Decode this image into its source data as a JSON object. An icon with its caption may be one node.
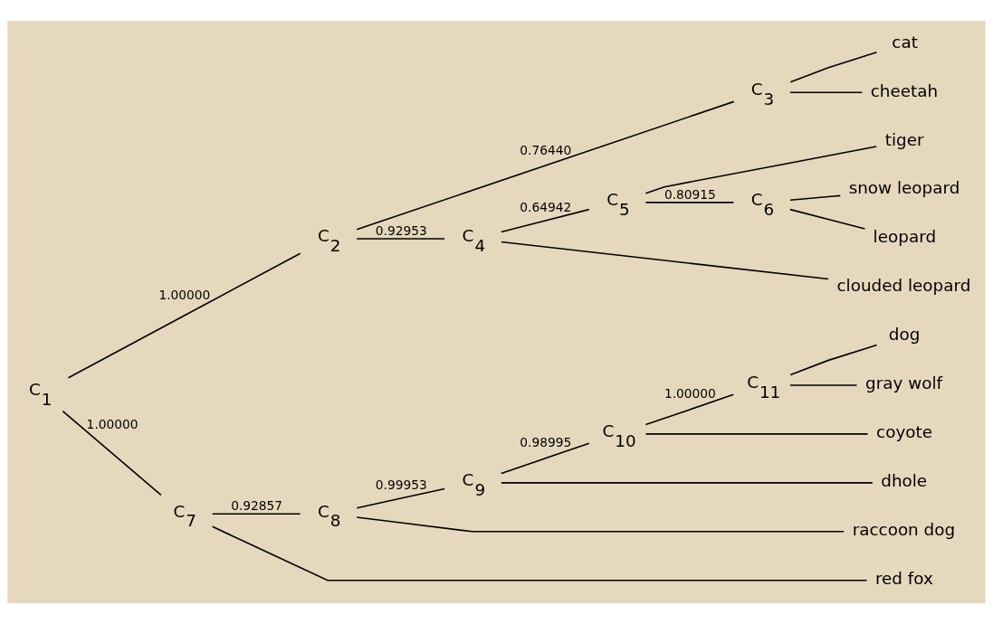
{
  "diagram": {
    "nodes": [
      {
        "text": [
          "C$_{1}$"
        ]
      },
      {
        "text": [
          "C$_{2}$"
        ]
      },
      {
        "text": [
          "C$_{3}$"
        ]
      },
      {
        "text": [
          "cat"
        ]
      },
      {
        "text": [
          "cheetah"
        ]
      },
      {
        "text": [
          "C$_{4}$"
        ]
      },
      {
        "text": [
          "C$_{5}$"
        ]
      },
      {
        "text": [
          "tiger"
        ]
      },
      {
        "text": [
          "C$_{6}$"
        ]
      },
      {
        "text": [
          "snow leopard"
        ]
      },
      {
        "text": [
          "leopard"
        ]
      },
      {
        "text": [
          "clouded leopard"
        ]
      },
      {
        "text": [
          "C$_{7}$"
        ]
      },
      {
        "text": [
          "C$_{8}$"
        ]
      },
      {
        "text": [
          "C$_{9}$"
        ]
      },
      {
        "text": [
          "C$_{10}$"
        ]
      },
      {
        "text": [
          "C$_{11}$"
        ]
      },
      {
        "text": [
          "dog"
        ]
      },
      {
        "text": [
          "gray wolf"
        ]
      },
      {
        "text": [
          "coyote"
        ]
      },
      {
        "text": [
          "dhole"
        ]
      },
      {
        "text": [
          "raccoon dog"
        ]
      },
      {
        "text": [
          "red fox"
        ]
      }
    ],
    "edges": [
      {
        "from": 0,
        "to": 1,
        "arrow": "none",
        "label": "1.00000"
      },
      {
        "from": 0,
        "to": 12,
        "arrow": "none",
        "label": "1.00000"
      },
      {
        "from": 1,
        "to": 2,
        "arrow": "none",
        "label": "0.76440"
      },
      {
        "from": 1,
        "to": 5,
        "arrow": "none",
        "label": "0.92953"
      },
      {
        "from": 2,
        "to": 3,
        "arrow": "none"
      },
      {
        "from": 2,
        "to": 4,
        "arrow": "none"
      },
      {
        "from": 5,
        "to": 6,
        "arrow": "none",
        "label": "0.64942"
      },
      {
        "from": 5,
        "to": 11,
        "arrow": "none"
      },
      {
        "from": 6,
        "to": 7,
        "arrow": "none"
      },
      {
        "from": 6,
        "to": 8,
        "arrow": "none",
        "label": "0.80915"
      },
      {
        "from": 8,
        "to": 9,
        "arrow": "none"
      },
      {
        "from": 8,
        "to": 10,
        "arrow": "none"
      },
      {
        "from": 12,
        "to": 13,
        "arrow": "none",
        "label": "0.92857"
      },
      {
        "from": 12,
        "to": 22,
        "arrow": "none"
      },
      {
        "from": 13,
        "to": 14,
        "arrow": "none",
        "label": "0.99953"
      },
      {
        "from": 13,
        "to": 21,
        "arrow": "none"
      },
      {
        "from": 14,
        "to": 15,
        "arrow": "none",
        "label": "0.98995"
      },
      {
        "from": 14,
        "to": 20,
        "arrow": "none"
      },
      {
        "from": 15,
        "to": 16,
        "arrow": "none",
        "label": "1.00000"
      },
      {
        "from": 15,
        "to": 19,
        "arrow": "none"
      },
      {
        "from": 16,
        "to": 17,
        "arrow": "none"
      },
      {
        "from": 16,
        "to": 18,
        "arrow": "none"
      }
    ]
  }
}
